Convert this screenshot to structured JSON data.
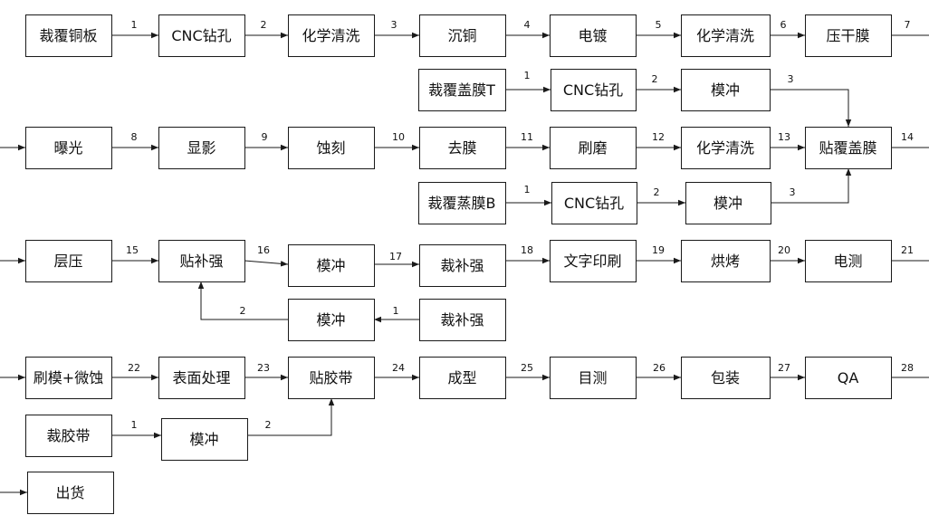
{
  "steps": {
    "s1": "裁覆铜板",
    "s2": "CNC钻孔",
    "s3": "化学清洗",
    "s4": "沉铜",
    "s5": "电镀",
    "s6": "化学清洗",
    "s7": "压干膜",
    "t1": "裁覆盖膜T",
    "t2": "CNC钻孔",
    "t3": "模冲",
    "r1": "曝光",
    "r2": "显影",
    "r3": "蚀刻",
    "r4": "去膜",
    "r5": "刷磨",
    "r6": "化学清洗",
    "r7": "贴覆盖膜",
    "b1": "裁覆蒸膜B",
    "b2": "CNC钻孔",
    "b3": "模冲",
    "c1": "层压",
    "c2": "贴补强",
    "c3": "模冲",
    "c4": "裁补强",
    "c5": "文字印刷",
    "c6": "烘烤",
    "c7": "电测",
    "d1": "模冲",
    "d2": "裁补强",
    "e1": "刷模+微蚀",
    "e2": "表面处理",
    "e3": "贴胶带",
    "e4": "成型",
    "e5": "目测",
    "e6": "包装",
    "e7": "QA",
    "f1": "裁胶带",
    "f2": "模冲",
    "g1": "出货"
  },
  "labels": {
    "m1": "1",
    "m2": "2",
    "m3": "3",
    "m4": "4",
    "m5": "5",
    "m6": "6",
    "m7": "7",
    "t1": "1",
    "t2": "2",
    "t3": "3",
    "m8": "8",
    "m9": "9",
    "m10": "10",
    "m11": "11",
    "m12": "12",
    "m13": "13",
    "m14": "14",
    "b1": "1",
    "b2": "2",
    "b3": "3",
    "m15": "15",
    "m16": "16",
    "m17": "17",
    "m18": "18",
    "m19": "19",
    "m20": "20",
    "m21": "21",
    "d1": "1",
    "d2": "2",
    "m22": "22",
    "m23": "23",
    "m24": "24",
    "m25": "25",
    "m26": "26",
    "m27": "27",
    "m28": "28",
    "f1": "1",
    "f2": "2"
  }
}
